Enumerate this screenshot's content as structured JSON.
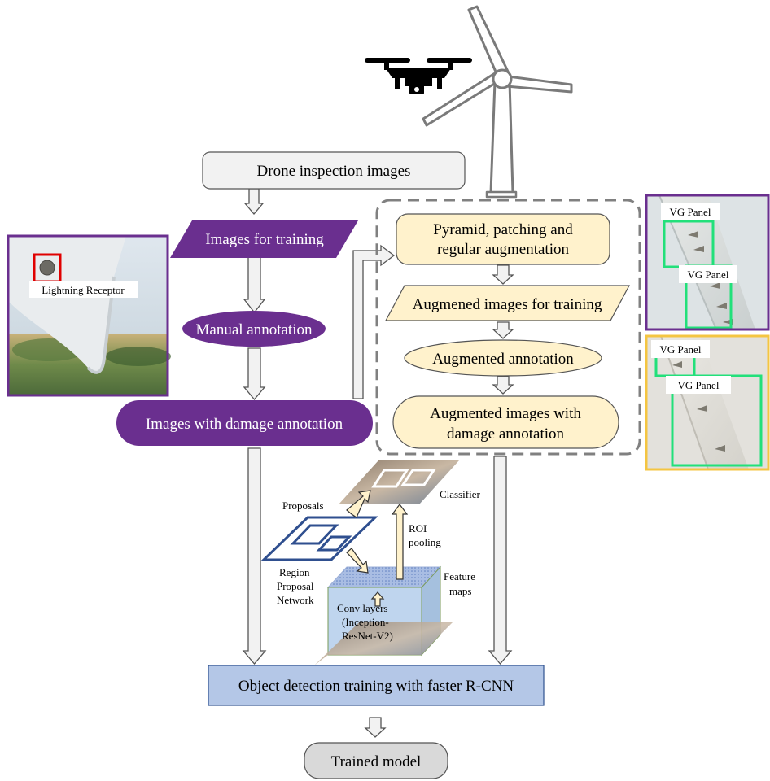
{
  "flow": {
    "drone_images": "Drone inspection images",
    "images_for_training": "Images for training",
    "manual_annotation": "Manual annotation",
    "images_damage": "Images with damage annotation",
    "pyramid_line1": "Pyramid, patching and",
    "pyramid_line2": "regular augmentation",
    "augmented_images": "Augmened images for training",
    "augmented_annotation": "Augmented annotation",
    "aug_damage_line1": "Augmented images with",
    "aug_damage_line2": "damage annotation",
    "object_detection": "Object detection training with faster R-CNN",
    "trained_model": "Trained model"
  },
  "network": {
    "classifier": "Classifier",
    "proposals": "Proposals",
    "roi_line1": "ROI",
    "roi_line2": "pooling",
    "feature_line1": "Feature",
    "feature_line2": "maps",
    "rpn_line1": "Region",
    "rpn_line2": "Proposal",
    "rpn_line3": "Network",
    "conv_line1": "Conv layers",
    "conv_line2": "(Inception-",
    "conv_line3": "ResNet-V2)"
  },
  "photos": {
    "left_label": "Lightning Receptor",
    "right_top_label_1": "VG Panel",
    "right_top_label_2": "VG Panel",
    "right_bottom_label_1": "VG Panel",
    "right_bottom_label_2": "VG Panel"
  },
  "colors": {
    "purple": "#6a2f8f",
    "cream": "#fff2cc",
    "blue_box": "#b4c7e7",
    "grey_box": "#d9d9d9",
    "light_grey_box": "#f2f2f2",
    "yellow_border": "#f4c542",
    "green_box": "#22e07a",
    "red_box": "#e00000"
  },
  "icons": [
    "drone-icon",
    "wind-turbine-icon"
  ]
}
